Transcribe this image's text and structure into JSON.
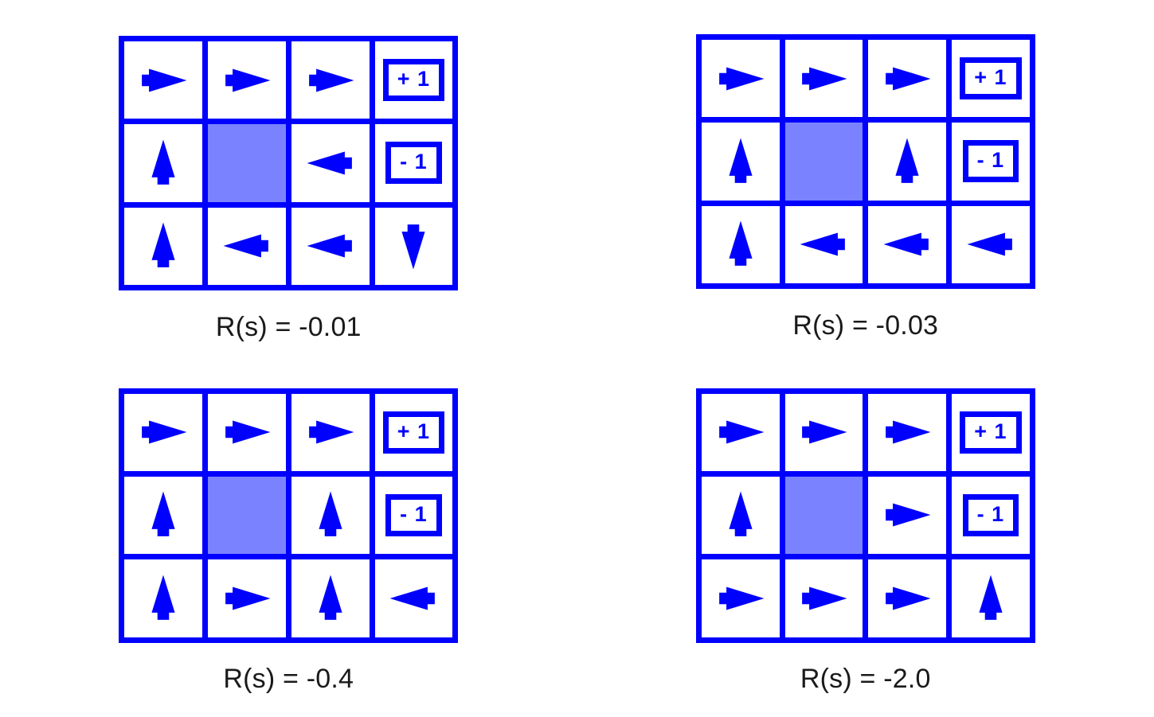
{
  "figure": {
    "title": "",
    "background_color": "#ffffff",
    "line_color": "#0000ff",
    "arrow_color": "#0000ff",
    "wall_color": "#7b82ff",
    "cell_color": "#ffffff",
    "caption_color": "#1a1a1a",
    "grid_columns": 4,
    "grid_rows": 3,
    "layout": "2x2 panels"
  },
  "terminal_labels": {
    "positive": "+ 1",
    "negative": "- 1"
  },
  "panels": [
    {
      "id": "panel-top-left",
      "caption": "R(s) = -0.01",
      "reward": -0.01,
      "cells": [
        [
          {
            "type": "arrow",
            "dir": "right"
          },
          {
            "type": "arrow",
            "dir": "right"
          },
          {
            "type": "arrow",
            "dir": "right"
          },
          {
            "type": "terminal",
            "label": "+ 1"
          }
        ],
        [
          {
            "type": "arrow",
            "dir": "up"
          },
          {
            "type": "wall"
          },
          {
            "type": "arrow",
            "dir": "left"
          },
          {
            "type": "terminal",
            "label": "- 1"
          }
        ],
        [
          {
            "type": "arrow",
            "dir": "up"
          },
          {
            "type": "arrow",
            "dir": "left"
          },
          {
            "type": "arrow",
            "dir": "left"
          },
          {
            "type": "arrow",
            "dir": "down"
          }
        ]
      ]
    },
    {
      "id": "panel-top-right",
      "caption": "R(s) = -0.03",
      "reward": -0.03,
      "cells": [
        [
          {
            "type": "arrow",
            "dir": "right"
          },
          {
            "type": "arrow",
            "dir": "right"
          },
          {
            "type": "arrow",
            "dir": "right"
          },
          {
            "type": "terminal",
            "label": "+ 1"
          }
        ],
        [
          {
            "type": "arrow",
            "dir": "up"
          },
          {
            "type": "wall"
          },
          {
            "type": "arrow",
            "dir": "up"
          },
          {
            "type": "terminal",
            "label": "- 1"
          }
        ],
        [
          {
            "type": "arrow",
            "dir": "up"
          },
          {
            "type": "arrow",
            "dir": "left"
          },
          {
            "type": "arrow",
            "dir": "left"
          },
          {
            "type": "arrow",
            "dir": "left"
          }
        ]
      ]
    },
    {
      "id": "panel-bottom-left",
      "caption": "R(s) = -0.4",
      "reward": -0.4,
      "cells": [
        [
          {
            "type": "arrow",
            "dir": "right"
          },
          {
            "type": "arrow",
            "dir": "right"
          },
          {
            "type": "arrow",
            "dir": "right"
          },
          {
            "type": "terminal",
            "label": "+ 1"
          }
        ],
        [
          {
            "type": "arrow",
            "dir": "up"
          },
          {
            "type": "wall"
          },
          {
            "type": "arrow",
            "dir": "up"
          },
          {
            "type": "terminal",
            "label": "- 1"
          }
        ],
        [
          {
            "type": "arrow",
            "dir": "up"
          },
          {
            "type": "arrow",
            "dir": "right"
          },
          {
            "type": "arrow",
            "dir": "up"
          },
          {
            "type": "arrow",
            "dir": "left"
          }
        ]
      ]
    },
    {
      "id": "panel-bottom-right",
      "caption": "R(s) = -2.0",
      "reward": -2.0,
      "cells": [
        [
          {
            "type": "arrow",
            "dir": "right"
          },
          {
            "type": "arrow",
            "dir": "right"
          },
          {
            "type": "arrow",
            "dir": "right"
          },
          {
            "type": "terminal",
            "label": "+ 1"
          }
        ],
        [
          {
            "type": "arrow",
            "dir": "up"
          },
          {
            "type": "wall"
          },
          {
            "type": "arrow",
            "dir": "right"
          },
          {
            "type": "terminal",
            "label": "- 1"
          }
        ],
        [
          {
            "type": "arrow",
            "dir": "right"
          },
          {
            "type": "arrow",
            "dir": "right"
          },
          {
            "type": "arrow",
            "dir": "right"
          },
          {
            "type": "arrow",
            "dir": "up"
          }
        ]
      ]
    }
  ]
}
